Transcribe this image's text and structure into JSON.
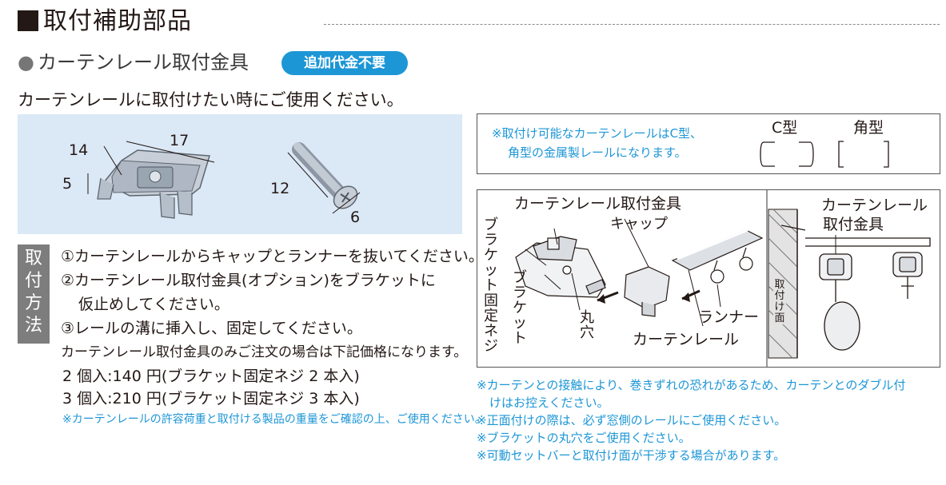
{
  "header": {
    "title": "取付補助部品"
  },
  "product": {
    "bullet": "●",
    "name": "カーテンレール取付金具",
    "badge": "追加代金不要",
    "description": "カーテンレールに取付けたい時にご使用ください。"
  },
  "parts": {
    "bracket_dims": {
      "d14": "14",
      "d17": "17",
      "d5": "5"
    },
    "screw_dims": {
      "d12": "12",
      "d6": "6"
    }
  },
  "method": {
    "label_chars": [
      "取",
      "付",
      "方",
      "法"
    ],
    "steps": [
      "①カーテンレールからキャップとランナーを抜いてください。",
      "②カーテンレール取付金具(オプション)をブラケットに",
      "仮止めしてください。",
      "③レールの溝に挿入し、固定してください。"
    ],
    "price_intro": "カーテンレール取付金具のみご注文の場合は下記価格になります。",
    "prices": [
      "2 個入:140 円(ブラケット固定ネジ 2 本入)",
      "3 個入:210 円(ブラケット固定ネジ 3 本入)"
    ],
    "price_note": "※カーテンレールの許容荷重と取付ける製品の重量をご確認の上、ご使用ください。"
  },
  "rail_types": {
    "note_line1": "※取付け可能なカーテンレールはC型、",
    "note_line2": "角型の金属製レールになります。",
    "c_label": "C型",
    "square_label": "角型"
  },
  "diagram": {
    "bracket_fitting_label": "カーテンレール取付金具",
    "bracket_screw_label": "ブラケット固定ネジ",
    "bracket_label": "ブラケット",
    "cap_label": "キャップ",
    "round_hole_label": "丸穴",
    "runner_label": "ランナー",
    "rail_label": "カーテンレール",
    "side_label_line1": "カーテンレール",
    "side_label_line2": "取付金具",
    "mount_surface_label": "取付け面"
  },
  "notes": [
    "※カーテンとの接触により、巻きずれの恐れがあるため、カーテンとのダブル付",
    "けはお控えください。",
    "※正面付けの際は、必ず窓側のレールにご使用ください。",
    "※ブラケットの丸穴をご使用ください。",
    "※可動セットバーと取付け面が干渉する場合があります。"
  ],
  "colors": {
    "accent_blue": "#1d96d6",
    "panel_blue": "#dbe8f6",
    "method_gray": "#7d7d7d",
    "text": "#231815"
  }
}
